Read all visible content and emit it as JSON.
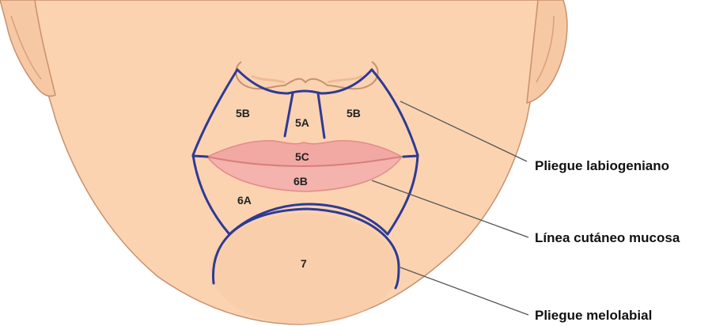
{
  "colors": {
    "skin": "#fbd3b1",
    "skin_shadow": "#efb994",
    "outline": "#c9906c",
    "lip": "#f2a9a3",
    "lip_shadow": "#e38b88",
    "zone_line": "#2e3a94",
    "leader_line": "#555555",
    "text": "#111111"
  },
  "zones": {
    "z5b_left": "5B",
    "z5a": "5A",
    "z5b_right": "5B",
    "z5c": "5C",
    "z6b": "6B",
    "z6a": "6A",
    "z7": "7"
  },
  "callouts": {
    "labiogeniano": "Pliegue labiogeniano",
    "cutaneo_mucosa": "Línea cutáneo mucosa",
    "melolabial": "Pliegue melolabial"
  }
}
